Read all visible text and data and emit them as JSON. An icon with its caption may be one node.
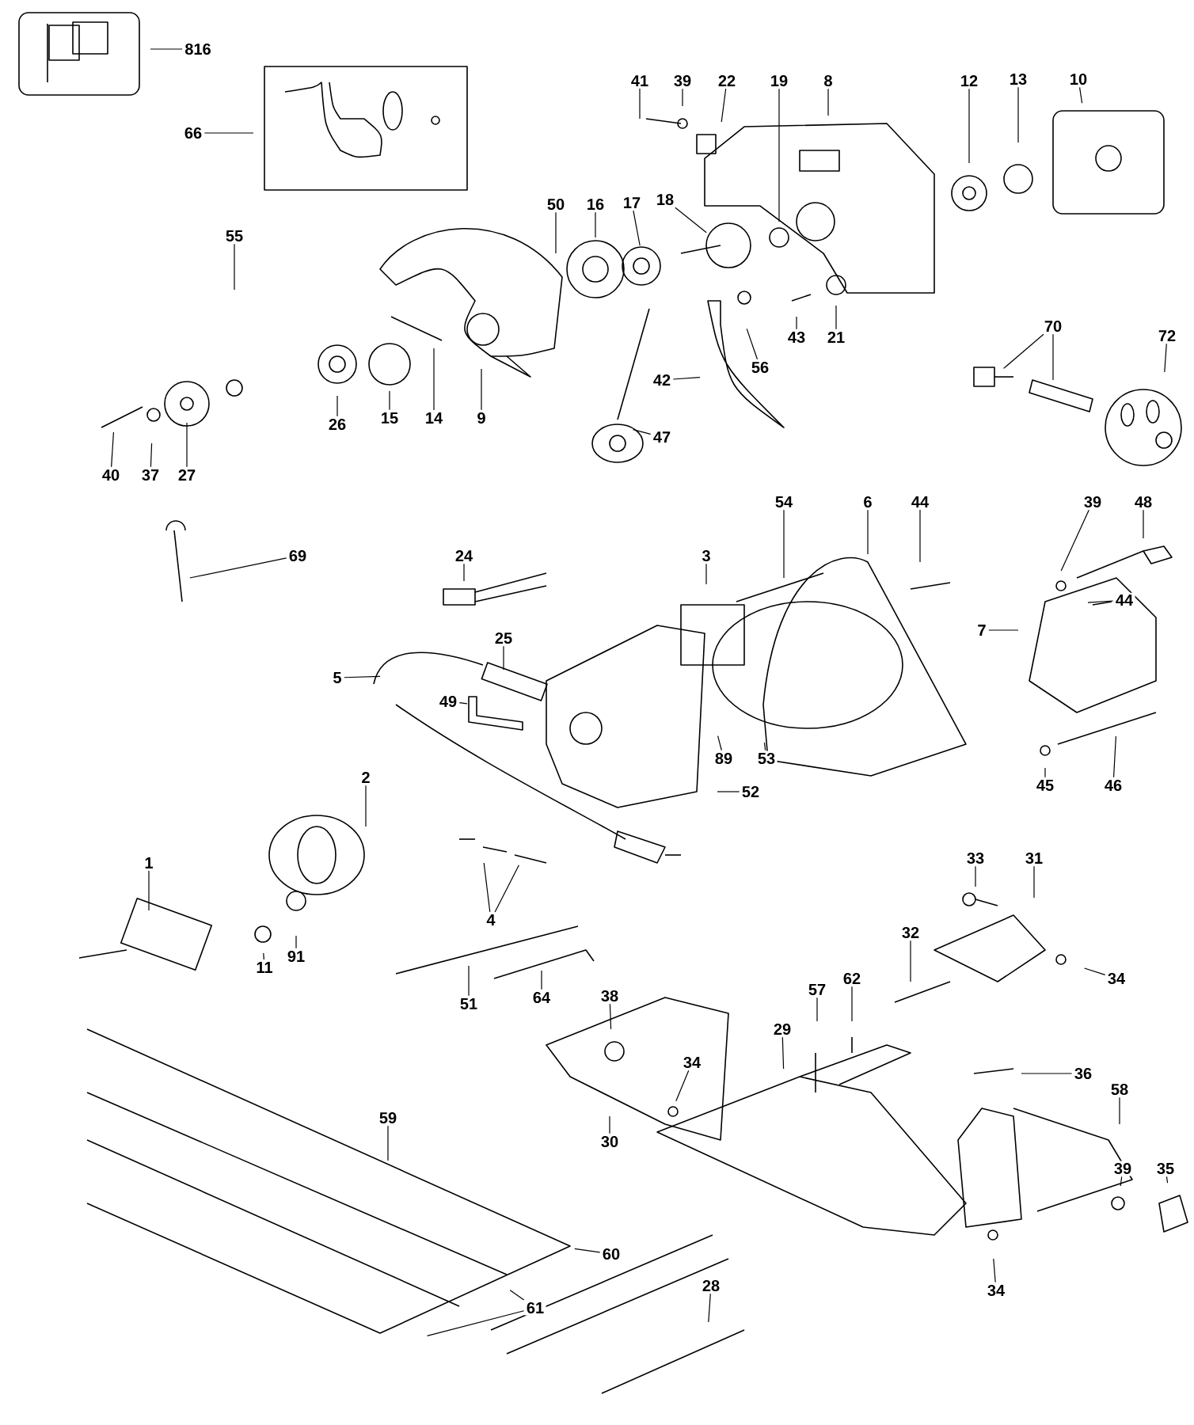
{
  "diagram": {
    "nodes": [
      {
        "text": [
          "816"
        ]
      },
      {
        "text": [
          "66"
        ]
      },
      {
        "text": [
          "41"
        ]
      },
      {
        "text": [
          "39"
        ]
      },
      {
        "text": [
          "22"
        ]
      },
      {
        "text": [
          "19"
        ]
      },
      {
        "text": [
          "8"
        ]
      },
      {
        "text": [
          "12"
        ]
      },
      {
        "text": [
          "13"
        ]
      },
      {
        "text": [
          "10"
        ]
      },
      {
        "text": [
          "50"
        ]
      },
      {
        "text": [
          "16"
        ]
      },
      {
        "text": [
          "17"
        ]
      },
      {
        "text": [
          "18"
        ]
      },
      {
        "text": [
          "55"
        ]
      },
      {
        "text": [
          "9"
        ]
      },
      {
        "text": [
          "14"
        ]
      },
      {
        "text": [
          "15"
        ]
      },
      {
        "text": [
          "26"
        ]
      },
      {
        "text": [
          "40"
        ]
      },
      {
        "text": [
          "37"
        ]
      },
      {
        "text": [
          "27"
        ]
      },
      {
        "text": [
          "43"
        ]
      },
      {
        "text": [
          "21"
        ]
      },
      {
        "text": [
          "56"
        ]
      },
      {
        "text": [
          "42"
        ]
      },
      {
        "text": [
          "47"
        ]
      },
      {
        "text": [
          "70"
        ]
      },
      {
        "text": [
          "72"
        ]
      },
      {
        "text": [
          "69"
        ]
      },
      {
        "text": [
          "24"
        ]
      },
      {
        "text": [
          "3"
        ]
      },
      {
        "text": [
          "54"
        ]
      },
      {
        "text": [
          "6"
        ]
      },
      {
        "text": [
          "44"
        ]
      },
      {
        "text": [
          "39"
        ]
      },
      {
        "text": [
          "48"
        ]
      },
      {
        "text": [
          "44"
        ]
      },
      {
        "text": [
          "7"
        ]
      },
      {
        "text": [
          "25"
        ]
      },
      {
        "text": [
          "5"
        ]
      },
      {
        "text": [
          "49"
        ]
      },
      {
        "text": [
          "89"
        ]
      },
      {
        "text": [
          "53"
        ]
      },
      {
        "text": [
          "52"
        ]
      },
      {
        "text": [
          "45"
        ]
      },
      {
        "text": [
          "46"
        ]
      },
      {
        "text": [
          "2"
        ]
      },
      {
        "text": [
          "1"
        ]
      },
      {
        "text": [
          "4"
        ]
      },
      {
        "text": [
          "11"
        ]
      },
      {
        "text": [
          "91"
        ]
      },
      {
        "text": [
          "51"
        ]
      },
      {
        "text": [
          "64"
        ]
      },
      {
        "text": [
          "33"
        ]
      },
      {
        "text": [
          "31"
        ]
      },
      {
        "text": [
          "32"
        ]
      },
      {
        "text": [
          "34"
        ]
      },
      {
        "text": [
          "38"
        ]
      },
      {
        "text": [
          "34"
        ]
      },
      {
        "text": [
          "30"
        ]
      },
      {
        "text": [
          "57"
        ]
      },
      {
        "text": [
          "62"
        ]
      },
      {
        "text": [
          "29"
        ]
      },
      {
        "text": [
          "36"
        ]
      },
      {
        "text": [
          "58"
        ]
      },
      {
        "text": [
          "39"
        ]
      },
      {
        "text": [
          "35"
        ]
      },
      {
        "text": [
          "34"
        ]
      },
      {
        "text": [
          "59"
        ]
      },
      {
        "text": [
          "60"
        ]
      },
      {
        "text": [
          "61"
        ]
      },
      {
        "text": [
          "28"
        ]
      }
    ],
    "edges": [
      {
        "from": 0,
        "to": null,
        "arrow": "none"
      },
      {
        "from": 1,
        "to": null,
        "arrow": "none"
      },
      {
        "from": 2,
        "to": null,
        "arrow": "none"
      },
      {
        "from": 3,
        "to": null,
        "arrow": "none"
      },
      {
        "from": 4,
        "to": null,
        "arrow": "none"
      },
      {
        "from": 5,
        "to": null,
        "arrow": "none"
      },
      {
        "from": 6,
        "to": null,
        "arrow": "none"
      },
      {
        "from": 7,
        "to": null,
        "arrow": "none"
      },
      {
        "from": 8,
        "to": null,
        "arrow": "none"
      },
      {
        "from": 9,
        "to": null,
        "arrow": "none"
      },
      {
        "from": 10,
        "to": null,
        "arrow": "none"
      },
      {
        "from": 11,
        "to": null,
        "arrow": "none"
      },
      {
        "from": 12,
        "to": null,
        "arrow": "none"
      },
      {
        "from": 13,
        "to": null,
        "arrow": "none"
      },
      {
        "from": 14,
        "to": null,
        "arrow": "none"
      },
      {
        "from": 15,
        "to": null,
        "arrow": "none"
      },
      {
        "from": 16,
        "to": null,
        "arrow": "none"
      },
      {
        "from": 17,
        "to": null,
        "arrow": "none"
      },
      {
        "from": 18,
        "to": null,
        "arrow": "none"
      },
      {
        "from": 19,
        "to": null,
        "arrow": "none"
      },
      {
        "from": 20,
        "to": null,
        "arrow": "none"
      },
      {
        "from": 21,
        "to": null,
        "arrow": "none"
      },
      {
        "from": 22,
        "to": null,
        "arrow": "none"
      },
      {
        "from": 23,
        "to": null,
        "arrow": "none"
      },
      {
        "from": 24,
        "to": null,
        "arrow": "none"
      },
      {
        "from": 25,
        "to": null,
        "arrow": "none"
      },
      {
        "from": 26,
        "to": null,
        "arrow": "none"
      },
      {
        "from": 27,
        "to": null,
        "arrow": "none"
      },
      {
        "from": 27,
        "to": null,
        "arrow": "none"
      },
      {
        "from": 28,
        "to": null,
        "arrow": "none"
      },
      {
        "from": 29,
        "to": null,
        "arrow": "none"
      },
      {
        "from": 30,
        "to": null,
        "arrow": "none"
      },
      {
        "from": 31,
        "to": null,
        "arrow": "none"
      },
      {
        "from": 32,
        "to": null,
        "arrow": "none"
      },
      {
        "from": 33,
        "to": null,
        "arrow": "none"
      },
      {
        "from": 34,
        "to": null,
        "arrow": "none"
      },
      {
        "from": 35,
        "to": null,
        "arrow": "none"
      },
      {
        "from": 36,
        "to": null,
        "arrow": "none"
      },
      {
        "from": 37,
        "to": null,
        "arrow": "none"
      },
      {
        "from": 38,
        "to": null,
        "arrow": "none"
      },
      {
        "from": 39,
        "to": null,
        "arrow": "none"
      },
      {
        "from": 40,
        "to": null,
        "arrow": "none"
      },
      {
        "from": 41,
        "to": null,
        "arrow": "none"
      },
      {
        "from": 42,
        "to": null,
        "arrow": "none"
      },
      {
        "from": 43,
        "to": null,
        "arrow": "none"
      },
      {
        "from": 44,
        "to": null,
        "arrow": "none"
      },
      {
        "from": 45,
        "to": null,
        "arrow": "none"
      },
      {
        "from": 46,
        "to": null,
        "arrow": "none"
      },
      {
        "from": 47,
        "to": null,
        "arrow": "none"
      },
      {
        "from": 48,
        "to": null,
        "arrow": "none"
      },
      {
        "from": 49,
        "to": null,
        "arrow": "none"
      },
      {
        "from": 49,
        "to": null,
        "arrow": "none"
      },
      {
        "from": 50,
        "to": null,
        "arrow": "none"
      },
      {
        "from": 51,
        "to": null,
        "arrow": "none"
      },
      {
        "from": 52,
        "to": null,
        "arrow": "none"
      },
      {
        "from": 53,
        "to": null,
        "arrow": "none"
      },
      {
        "from": 54,
        "to": null,
        "arrow": "none"
      },
      {
        "from": 55,
        "to": null,
        "arrow": "none"
      },
      {
        "from": 56,
        "to": null,
        "arrow": "none"
      },
      {
        "from": 57,
        "to": null,
        "arrow": "none"
      },
      {
        "from": 58,
        "to": null,
        "arrow": "none"
      },
      {
        "from": 59,
        "to": null,
        "arrow": "none"
      },
      {
        "from": 60,
        "to": null,
        "arrow": "none"
      },
      {
        "from": 61,
        "to": null,
        "arrow": "none"
      },
      {
        "from": 62,
        "to": null,
        "arrow": "none"
      },
      {
        "from": 63,
        "to": null,
        "arrow": "none"
      },
      {
        "from": 64,
        "to": null,
        "arrow": "none"
      },
      {
        "from": 65,
        "to": null,
        "arrow": "none"
      },
      {
        "from": 66,
        "to": null,
        "arrow": "none"
      },
      {
        "from": 67,
        "to": null,
        "arrow": "none"
      },
      {
        "from": 68,
        "to": null,
        "arrow": "none"
      },
      {
        "from": 69,
        "to": null,
        "arrow": "none"
      },
      {
        "from": 70,
        "to": null,
        "arrow": "none"
      },
      {
        "from": 71,
        "to": null,
        "arrow": "none"
      },
      {
        "from": 71,
        "to": null,
        "arrow": "none"
      },
      {
        "from": 72,
        "to": null,
        "arrow": "none"
      }
    ]
  }
}
